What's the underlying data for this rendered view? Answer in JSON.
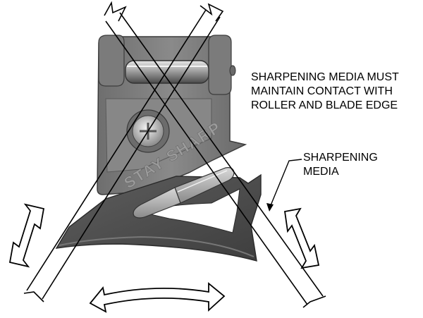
{
  "notes": {
    "main": [
      "SHARPENING MEDIA MUST",
      "MAINTAIN CONTACT WITH",
      "ROLLER AND BLADE EDGE"
    ],
    "media": [
      "SHARPENING",
      "MEDIA"
    ]
  },
  "device": {
    "engraving": "STAY SHARP"
  },
  "colors": {
    "metal_dark": "#5a5a5a",
    "metal_mid": "#8c8c8c",
    "metal_light": "#c8c8c8",
    "line": "#000000"
  }
}
